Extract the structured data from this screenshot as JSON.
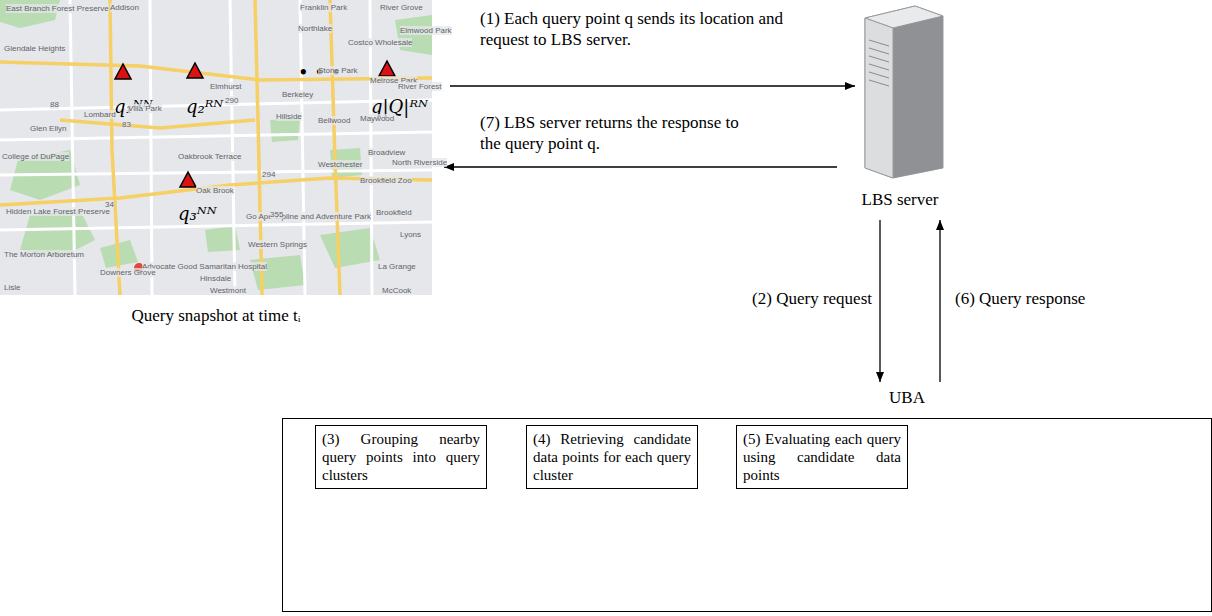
{
  "diagram": {
    "nodes": [
      {
        "text": [
          "Query snapshot at time tᵢ"
        ]
      },
      {
        "text": [
          "LBS server"
        ]
      },
      {
        "text": [
          "UBA"
        ]
      },
      {
        "text": [
          "(3) Grouping nearby query points into query clusters"
        ],
        "in": 2
      },
      {
        "text": [
          "(4) Retrieving candidate data points for each query cluster"
        ],
        "in": 2
      },
      {
        "text": [
          "(5) Evaluating each query using candidate data points"
        ],
        "in": 2
      }
    ],
    "edges": [
      {
        "from": 0,
        "to": 1,
        "arrow": "to",
        "label": "(1) Each query point q sends its location and request to LBS server."
      },
      {
        "from": 1,
        "to": 0,
        "arrow": "to",
        "label": "(7) LBS server returns the response to the query point q."
      },
      {
        "from": 1,
        "to": 2,
        "arrow": "to",
        "label": "(2) Query request"
      },
      {
        "from": 2,
        "to": 1,
        "arrow": "to",
        "label": "(6) Query response"
      },
      {
        "from": 3,
        "to": 4,
        "arrow": "to"
      },
      {
        "from": 4,
        "to": 5,
        "arrow": "to"
      }
    ],
    "labels": [
      "q₁ᴺᴺ",
      "q₂ᴿᴺ",
      "• • •",
      "q|Q|ᴿᴺ",
      "q₃ᴺᴺ",
      "East Branch Forest Preserve",
      "Addison",
      "Franklin Park",
      "River Grove",
      "Elmwood Park",
      "Glendale Heights",
      "Northlake",
      "Costco Wholesale",
      "Villa Park",
      "Elmhurst",
      "Stone Park",
      "Melrose Park",
      "River Forest",
      "Lombard",
      "Berkeley",
      "Hillside",
      "Bellwood",
      "Maywood",
      "Glen Ellyn",
      "Broadview",
      "Oakbrook Terrace",
      "Westchester",
      "North Riverside",
      "College of DuPage",
      "Oak Brook",
      "Brookfield Zoo",
      "Hidden Lake Forest Preserve",
      "Advocate Good Samaritan Hospital",
      "Go Ape Zipline and Adventure Park",
      "Brookfield",
      "The Morton Arboretum",
      "Western Springs",
      "La Grange",
      "Lyons",
      "Downers Grove",
      "Hinsdale",
      "Lisle",
      "Westmont",
      "McCook",
      "290",
      "83",
      "294",
      "88",
      "355",
      "34"
    ]
  }
}
